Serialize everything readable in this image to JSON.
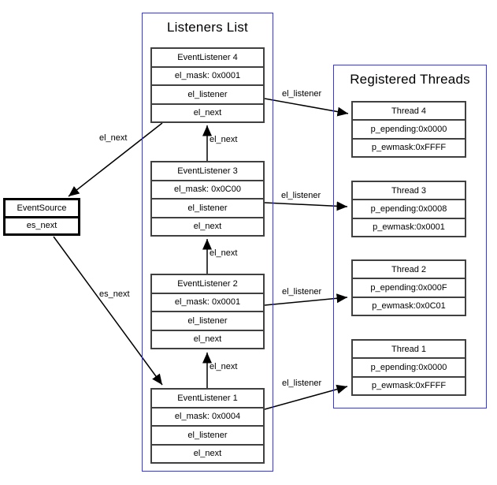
{
  "colors": {
    "panel_border": "#3333ff",
    "box_border": "#404040",
    "source_box_border": "#000000",
    "arrow": "#000000",
    "background": "#ffffff",
    "text": "#000000"
  },
  "event_source": {
    "title": "EventSource",
    "next_field": "es_next"
  },
  "listeners_panel": {
    "title": "Listeners List",
    "items": [
      {
        "name": "EventListener 4",
        "mask": "el_mask: 0x0001",
        "listener_field": "el_listener",
        "next_field": "el_next"
      },
      {
        "name": "EventListener 3",
        "mask": "el_mask: 0x0C00",
        "listener_field": "el_listener",
        "next_field": "el_next"
      },
      {
        "name": "EventListener 2",
        "mask": "el_mask: 0x0001",
        "listener_field": "el_listener",
        "next_field": "el_next"
      },
      {
        "name": "EventListener 1",
        "mask": "el_mask: 0x0004",
        "listener_field": "el_listener",
        "next_field": "el_next"
      }
    ]
  },
  "threads_panel": {
    "title": "Registered Threads",
    "items": [
      {
        "name": "Thread 4",
        "epending": "p_epending:0x0000",
        "ewmask": "p_ewmask:0xFFFF"
      },
      {
        "name": "Thread 3",
        "epending": "p_epending:0x0008",
        "ewmask": "p_ewmask:0x0001"
      },
      {
        "name": "Thread 2",
        "epending": "p_epending:0x000F",
        "ewmask": "p_ewmask:0x0C01"
      },
      {
        "name": "Thread 1",
        "epending": "p_epending:0x0000",
        "ewmask": "p_ewmask:0xFFFF"
      }
    ]
  },
  "edge_labels": {
    "el_next": "el_next",
    "es_next": "es_next",
    "el_listener": "el_listener"
  }
}
